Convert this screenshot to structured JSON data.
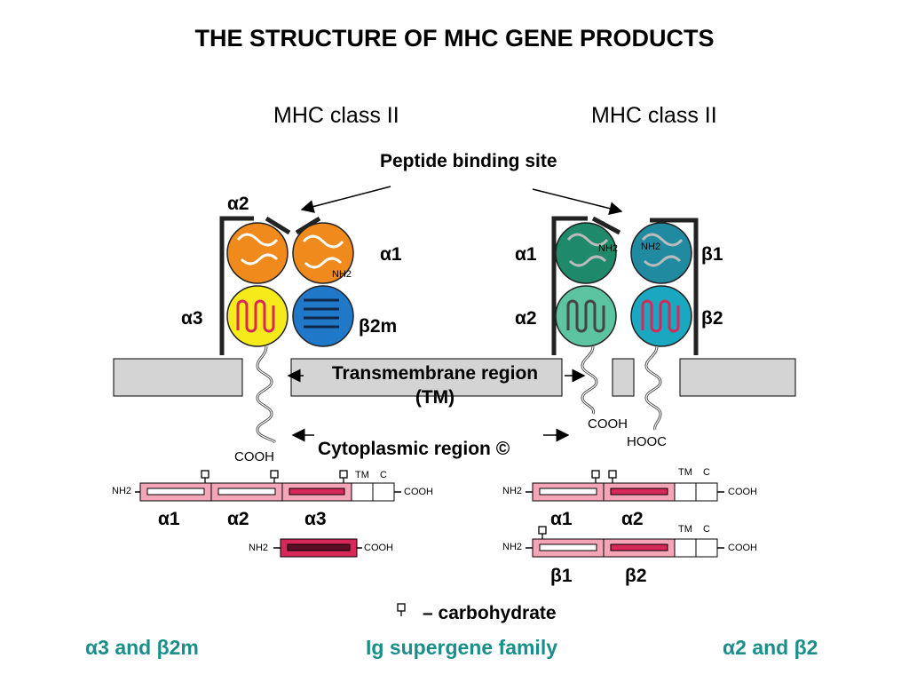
{
  "title": "THE STRUCTURE OF MHC GENE PRODUCTS",
  "class_i": {
    "heading": "MHC class II",
    "domains": {
      "a2": "α2",
      "a1": "α1",
      "a3": "α3",
      "b2m": "β2m"
    },
    "nh2": "NH2",
    "cooh": "COOH",
    "colors": {
      "a1": "#f08a1c",
      "a2": "#f08a1c",
      "a3": "#f5ea1a",
      "b2m": "#1f78c8"
    }
  },
  "class_ii": {
    "heading": "MHC class II",
    "domains": {
      "a1": "α1",
      "a2": "α2",
      "b1": "β1",
      "b2": "β2"
    },
    "nh2_a": "NH2",
    "nh2_b": "NH2",
    "cooh": "COOH",
    "hooc": "HOOC",
    "colors": {
      "a1": "#1f8a6a",
      "a2": "#5cc4a0",
      "b1": "#1f8aa0",
      "b2": "#1aa8c0"
    }
  },
  "peptide_label": "Peptide binding site",
  "membrane": {
    "line1": "Transmembrane region",
    "line2": "(TM)"
  },
  "cytoplasmic_label": "Cytoplasmic  region ©",
  "maps": {
    "class_i_chain": {
      "nh2": "NH2",
      "cooh": "COOH",
      "tm": "TM",
      "c": "C",
      "labels": [
        "α1",
        "α2",
        "α3"
      ]
    },
    "b2m_chain": {
      "nh2": "NH2",
      "cooh": "COOH"
    },
    "class_ii_alpha": {
      "nh2": "NH2",
      "cooh": "COOH",
      "tm": "TM",
      "c": "C",
      "labels": [
        "α1",
        "α2"
      ]
    },
    "class_ii_beta": {
      "nh2": "NH2",
      "cooh": "COOH",
      "tm": "TM",
      "c": "C",
      "labels": [
        "β1",
        "β2"
      ]
    }
  },
  "legend": {
    "carbohydrate": "– carbohydrate"
  },
  "footer": {
    "left": "α3 and β2m",
    "center": "Ig supergene family",
    "right": "α2 and β2"
  },
  "palette": {
    "bar_pink": "#f4a6b8",
    "bar_dark": "#d8285a",
    "membrane": "#d4d4d4",
    "footer": "#1a8f8a"
  }
}
